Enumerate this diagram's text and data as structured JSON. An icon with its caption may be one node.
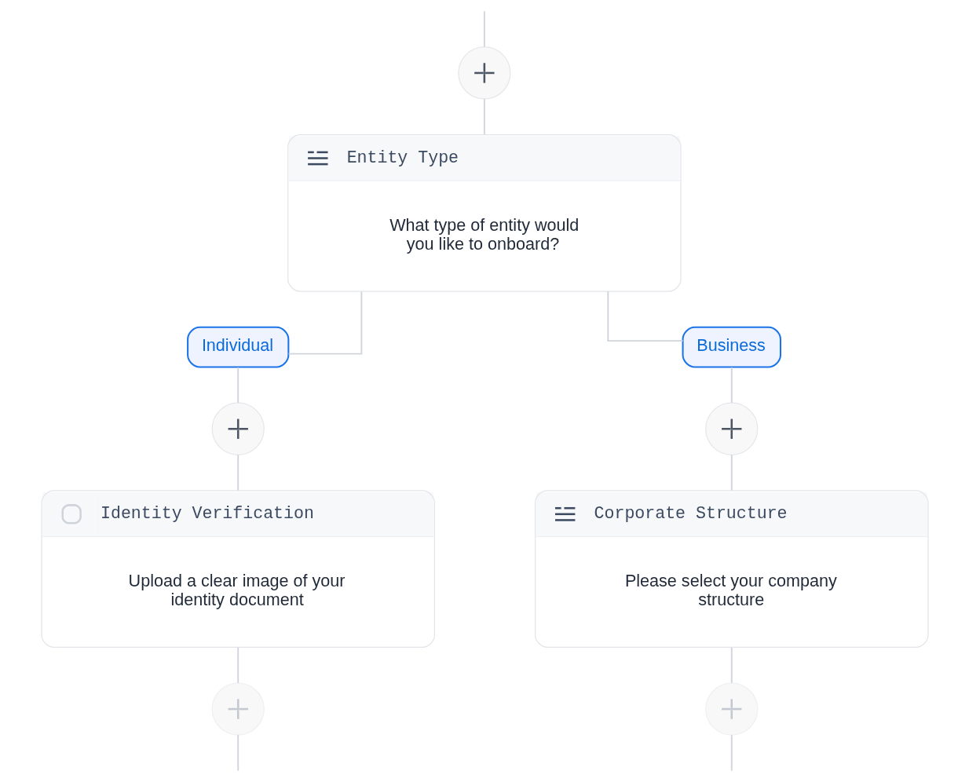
{
  "diagram": {
    "nodes": [
      {
        "text": [],
        "shape": "circle"
      },
      {
        "text": [
          "Entity Type",
          "What type of entity would you like to onboard?"
        ]
      },
      {
        "text": [
          "Individual"
        ]
      },
      {
        "text": [
          "Business"
        ]
      },
      {
        "text": [],
        "shape": "circle"
      },
      {
        "text": [],
        "shape": "circle"
      },
      {
        "text": [
          "Identity Verification",
          "Upload a clear image of your identity document"
        ]
      },
      {
        "text": [
          "Corporate Structure",
          "Please select your company structure"
        ]
      },
      {
        "text": [],
        "shape": "circle"
      },
      {
        "text": [],
        "shape": "circle"
      }
    ],
    "edges": [
      {
        "from": null,
        "to": 0,
        "arrow": "none"
      },
      {
        "from": 0,
        "to": 1,
        "arrow": "none"
      },
      {
        "from": 1,
        "to": 2,
        "arrow": "none"
      },
      {
        "from": 1,
        "to": 3,
        "arrow": "none"
      },
      {
        "from": 2,
        "to": 4,
        "arrow": "none"
      },
      {
        "from": 3,
        "to": 5,
        "arrow": "none"
      },
      {
        "from": 4,
        "to": 6,
        "arrow": "none"
      },
      {
        "from": 5,
        "to": 7,
        "arrow": "none"
      },
      {
        "from": 6,
        "to": 8,
        "arrow": "none"
      },
      {
        "from": 7,
        "to": 9,
        "arrow": "none"
      },
      {
        "from": 8,
        "to": null,
        "arrow": "none"
      },
      {
        "from": 9,
        "to": null,
        "arrow": "none"
      }
    ]
  }
}
